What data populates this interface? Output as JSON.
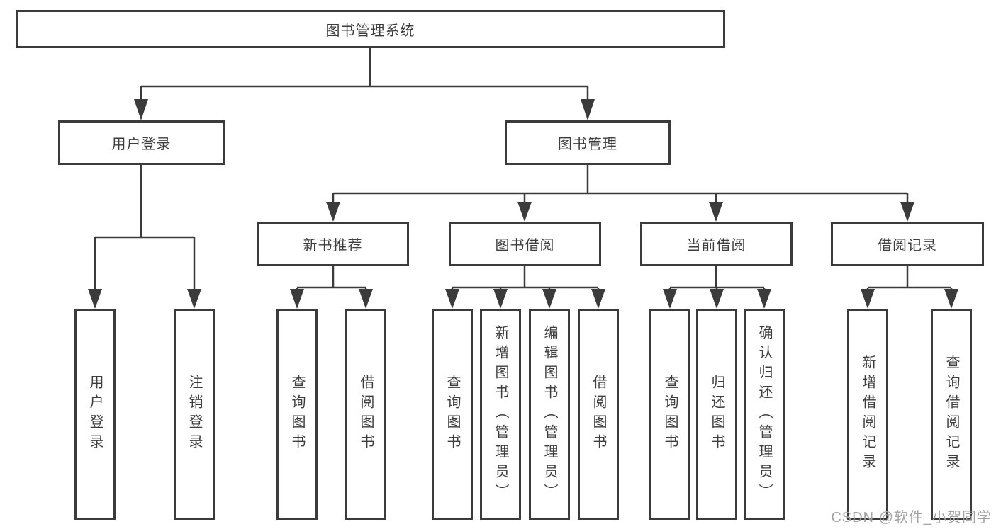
{
  "diagram_type": "hierarchy-tree",
  "tree": {
    "label": "图书管理系统",
    "children": [
      {
        "label": "用户登录",
        "children": [
          {
            "label": "用户登录"
          },
          {
            "label": "注销登录"
          }
        ]
      },
      {
        "label": "图书管理",
        "children": [
          {
            "label": "新书推荐",
            "children": [
              {
                "label": "查询图书"
              },
              {
                "label": "借阅图书"
              }
            ]
          },
          {
            "label": "图书借阅",
            "children": [
              {
                "label": "查询图书"
              },
              {
                "label": "新增图书（管理员）"
              },
              {
                "label": "编辑图书（管理员）"
              },
              {
                "label": "借阅图书"
              }
            ]
          },
          {
            "label": "当前借阅",
            "children": [
              {
                "label": "查询图书"
              },
              {
                "label": "归还图书"
              },
              {
                "label": "确认归还（管理员）"
              }
            ]
          },
          {
            "label": "借阅记录",
            "children": [
              {
                "label": "新增借阅记录"
              },
              {
                "label": "查询借阅记录"
              }
            ]
          }
        ]
      }
    ]
  },
  "watermark": {
    "text": "CSDN @软件_小贺同学"
  },
  "colors": {
    "line": "#3b3b3b",
    "text": "#3d3d3d",
    "watermark": "#a3a3a3",
    "background": "#ffffff"
  }
}
